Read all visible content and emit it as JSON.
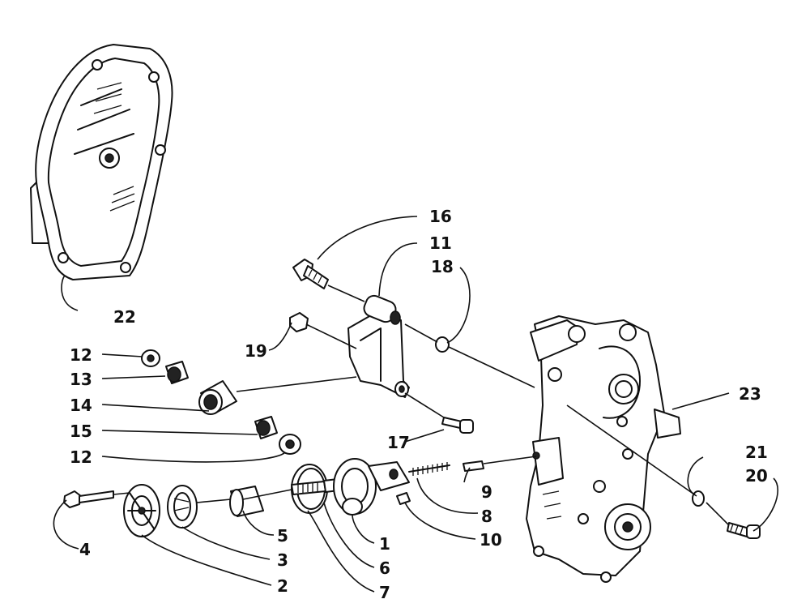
{
  "callouts": {
    "c1": "1",
    "c2": "2",
    "c3": "3",
    "c4": "4",
    "c5": "5",
    "c6": "6",
    "c7": "7",
    "c8": "8",
    "c9": "9",
    "c10": "10",
    "c11": "11",
    "c12a": "12",
    "c12b": "12",
    "c13": "13",
    "c14": "14",
    "c15": "15",
    "c16": "16",
    "c17": "17",
    "c18": "18",
    "c19": "19",
    "c20": "20",
    "c21": "21",
    "c22": "22",
    "c23": "23"
  }
}
